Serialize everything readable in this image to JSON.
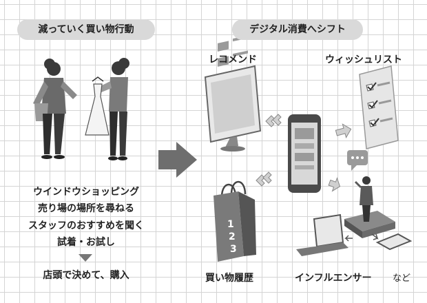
{
  "left": {
    "header": "減っていく買い物行動",
    "steps": [
      "ウインドウショッピング",
      "売り場の場所を尋ねる",
      "スタッフのおすすめを聞く",
      "試着・お試し"
    ],
    "result": "店頭で決めて、購入"
  },
  "right": {
    "header": "デジタル消費へシフト",
    "labels": {
      "recommend": "レコメンド",
      "wishlist": "ウィッシュリスト",
      "history": "買い物履歴",
      "influencer": "インフルエンサー",
      "etc": "など"
    },
    "bag_numbers": [
      "1",
      "2",
      "3"
    ]
  },
  "colors": {
    "pill": "#d9d9d9",
    "arrow": "#6e6e6e",
    "grid": "#d4d4d4"
  }
}
